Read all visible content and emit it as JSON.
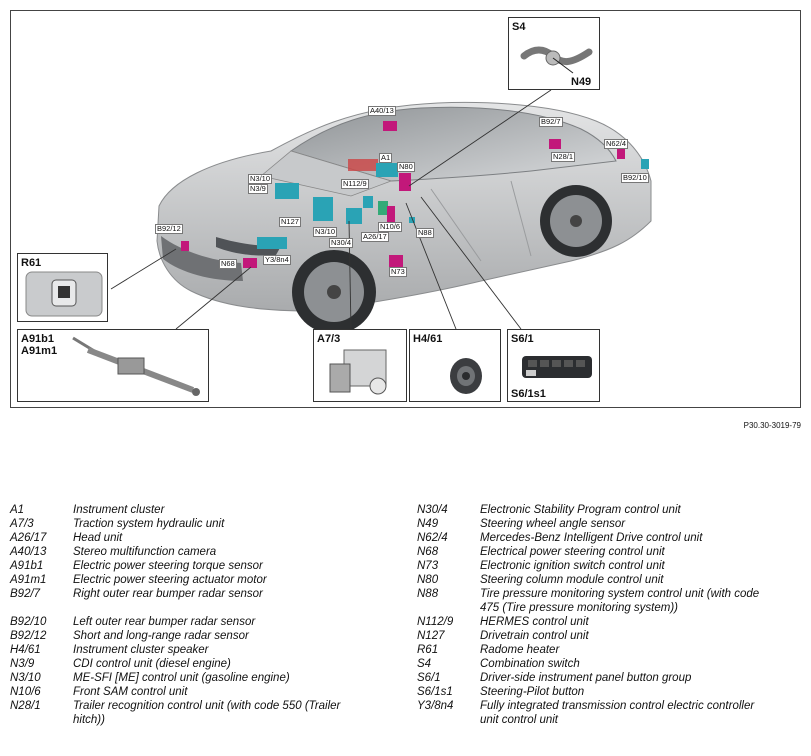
{
  "figure_id": "P30.30-3019-79",
  "insets": {
    "s4": [
      "S4",
      "N49"
    ],
    "r61": [
      "R61"
    ],
    "a91": [
      "A91b1",
      "A91m1"
    ],
    "a73": [
      "A7/3"
    ],
    "h461": [
      "H4/61"
    ],
    "s61": [
      "S6/1",
      "S6/1s1"
    ]
  },
  "callouts": {
    "a40_13": "A40/13",
    "b92_7": "B92/7",
    "n62_4": "N62/4",
    "n28_1": "N28/1",
    "b92_10": "B92/10",
    "a1": "A1",
    "n80": "N80",
    "n3_10a": "N3/10",
    "n3_9": "N3/9",
    "n112_9": "N112/9",
    "n127": "N127",
    "n3_10b": "N3/10",
    "n10_6": "N10/6",
    "a26_17": "A26/17",
    "n30_4": "N30/4",
    "n88": "N88",
    "b92_12": "B92/12",
    "n68": "N68",
    "y3_8n4": "Y3/8n4",
    "n73": "N73"
  },
  "legend_left": [
    {
      "code": "A1",
      "desc": [
        "Instrument cluster"
      ]
    },
    {
      "code": "A7/3",
      "desc": [
        "Traction system hydraulic unit"
      ]
    },
    {
      "code": "A26/17",
      "desc": [
        "Head unit"
      ]
    },
    {
      "code": "A40/13",
      "desc": [
        "Stereo multifunction camera"
      ]
    },
    {
      "code": "A91b1",
      "desc": [
        "Electric power steering torque sensor"
      ]
    },
    {
      "code": "A91m1",
      "desc": [
        "Electric power steering actuator motor"
      ]
    },
    {
      "code": "B92/7",
      "desc": [
        "Right outer rear bumper radar sensor",
        ""
      ]
    },
    {
      "code": "B92/10",
      "desc": [
        "Left outer rear bumper radar sensor"
      ]
    },
    {
      "code": "B92/12",
      "desc": [
        "Short and long-range radar sensor"
      ]
    },
    {
      "code": "H4/61",
      "desc": [
        "Instrument cluster speaker"
      ]
    },
    {
      "code": "N3/9",
      "desc": [
        "CDI control unit (diesel engine)"
      ]
    },
    {
      "code": "N3/10",
      "desc": [
        "ME-SFI [ME] control unit (gasoline engine)"
      ]
    },
    {
      "code": "N10/6",
      "desc": [
        "Front SAM control unit"
      ]
    },
    {
      "code": "N28/1",
      "desc": [
        "Trailer recognition control unit (with code 550 (Trailer",
        "hitch))"
      ]
    }
  ],
  "legend_right": [
    {
      "code": "N30/4",
      "desc": [
        "Electronic Stability Program control unit"
      ]
    },
    {
      "code": "N49",
      "desc": [
        "Steering wheel angle sensor"
      ]
    },
    {
      "code": "N62/4",
      "desc": [
        "Mercedes-Benz Intelligent Drive control unit"
      ]
    },
    {
      "code": "N68",
      "desc": [
        "Electrical power steering control unit"
      ]
    },
    {
      "code": "N73",
      "desc": [
        "Electronic ignition switch control unit"
      ]
    },
    {
      "code": "N80",
      "desc": [
        "Steering column module control unit"
      ]
    },
    {
      "code": "N88",
      "desc": [
        "Tire pressure monitoring system control unit (with code",
        "475 (Tire pressure monitoring system))"
      ]
    },
    {
      "code": "N112/9",
      "desc": [
        "HERMES control unit"
      ]
    },
    {
      "code": "N127",
      "desc": [
        "Drivetrain control unit"
      ]
    },
    {
      "code": "R61",
      "desc": [
        "Radome heater"
      ]
    },
    {
      "code": "S4",
      "desc": [
        "Combination switch"
      ]
    },
    {
      "code": "S6/1",
      "desc": [
        "Driver-side instrument panel button group"
      ]
    },
    {
      "code": "S6/1s1",
      "desc": [
        "Steering-Pilot button"
      ]
    },
    {
      "code": "Y3/8n4",
      "desc": [
        "Fully integrated transmission control electric controller",
        "unit control unit"
      ]
    }
  ],
  "colors": {
    "component_magenta": "#c2187a",
    "component_teal": "#2aa3b5",
    "car_body": "#cfd0d1"
  }
}
